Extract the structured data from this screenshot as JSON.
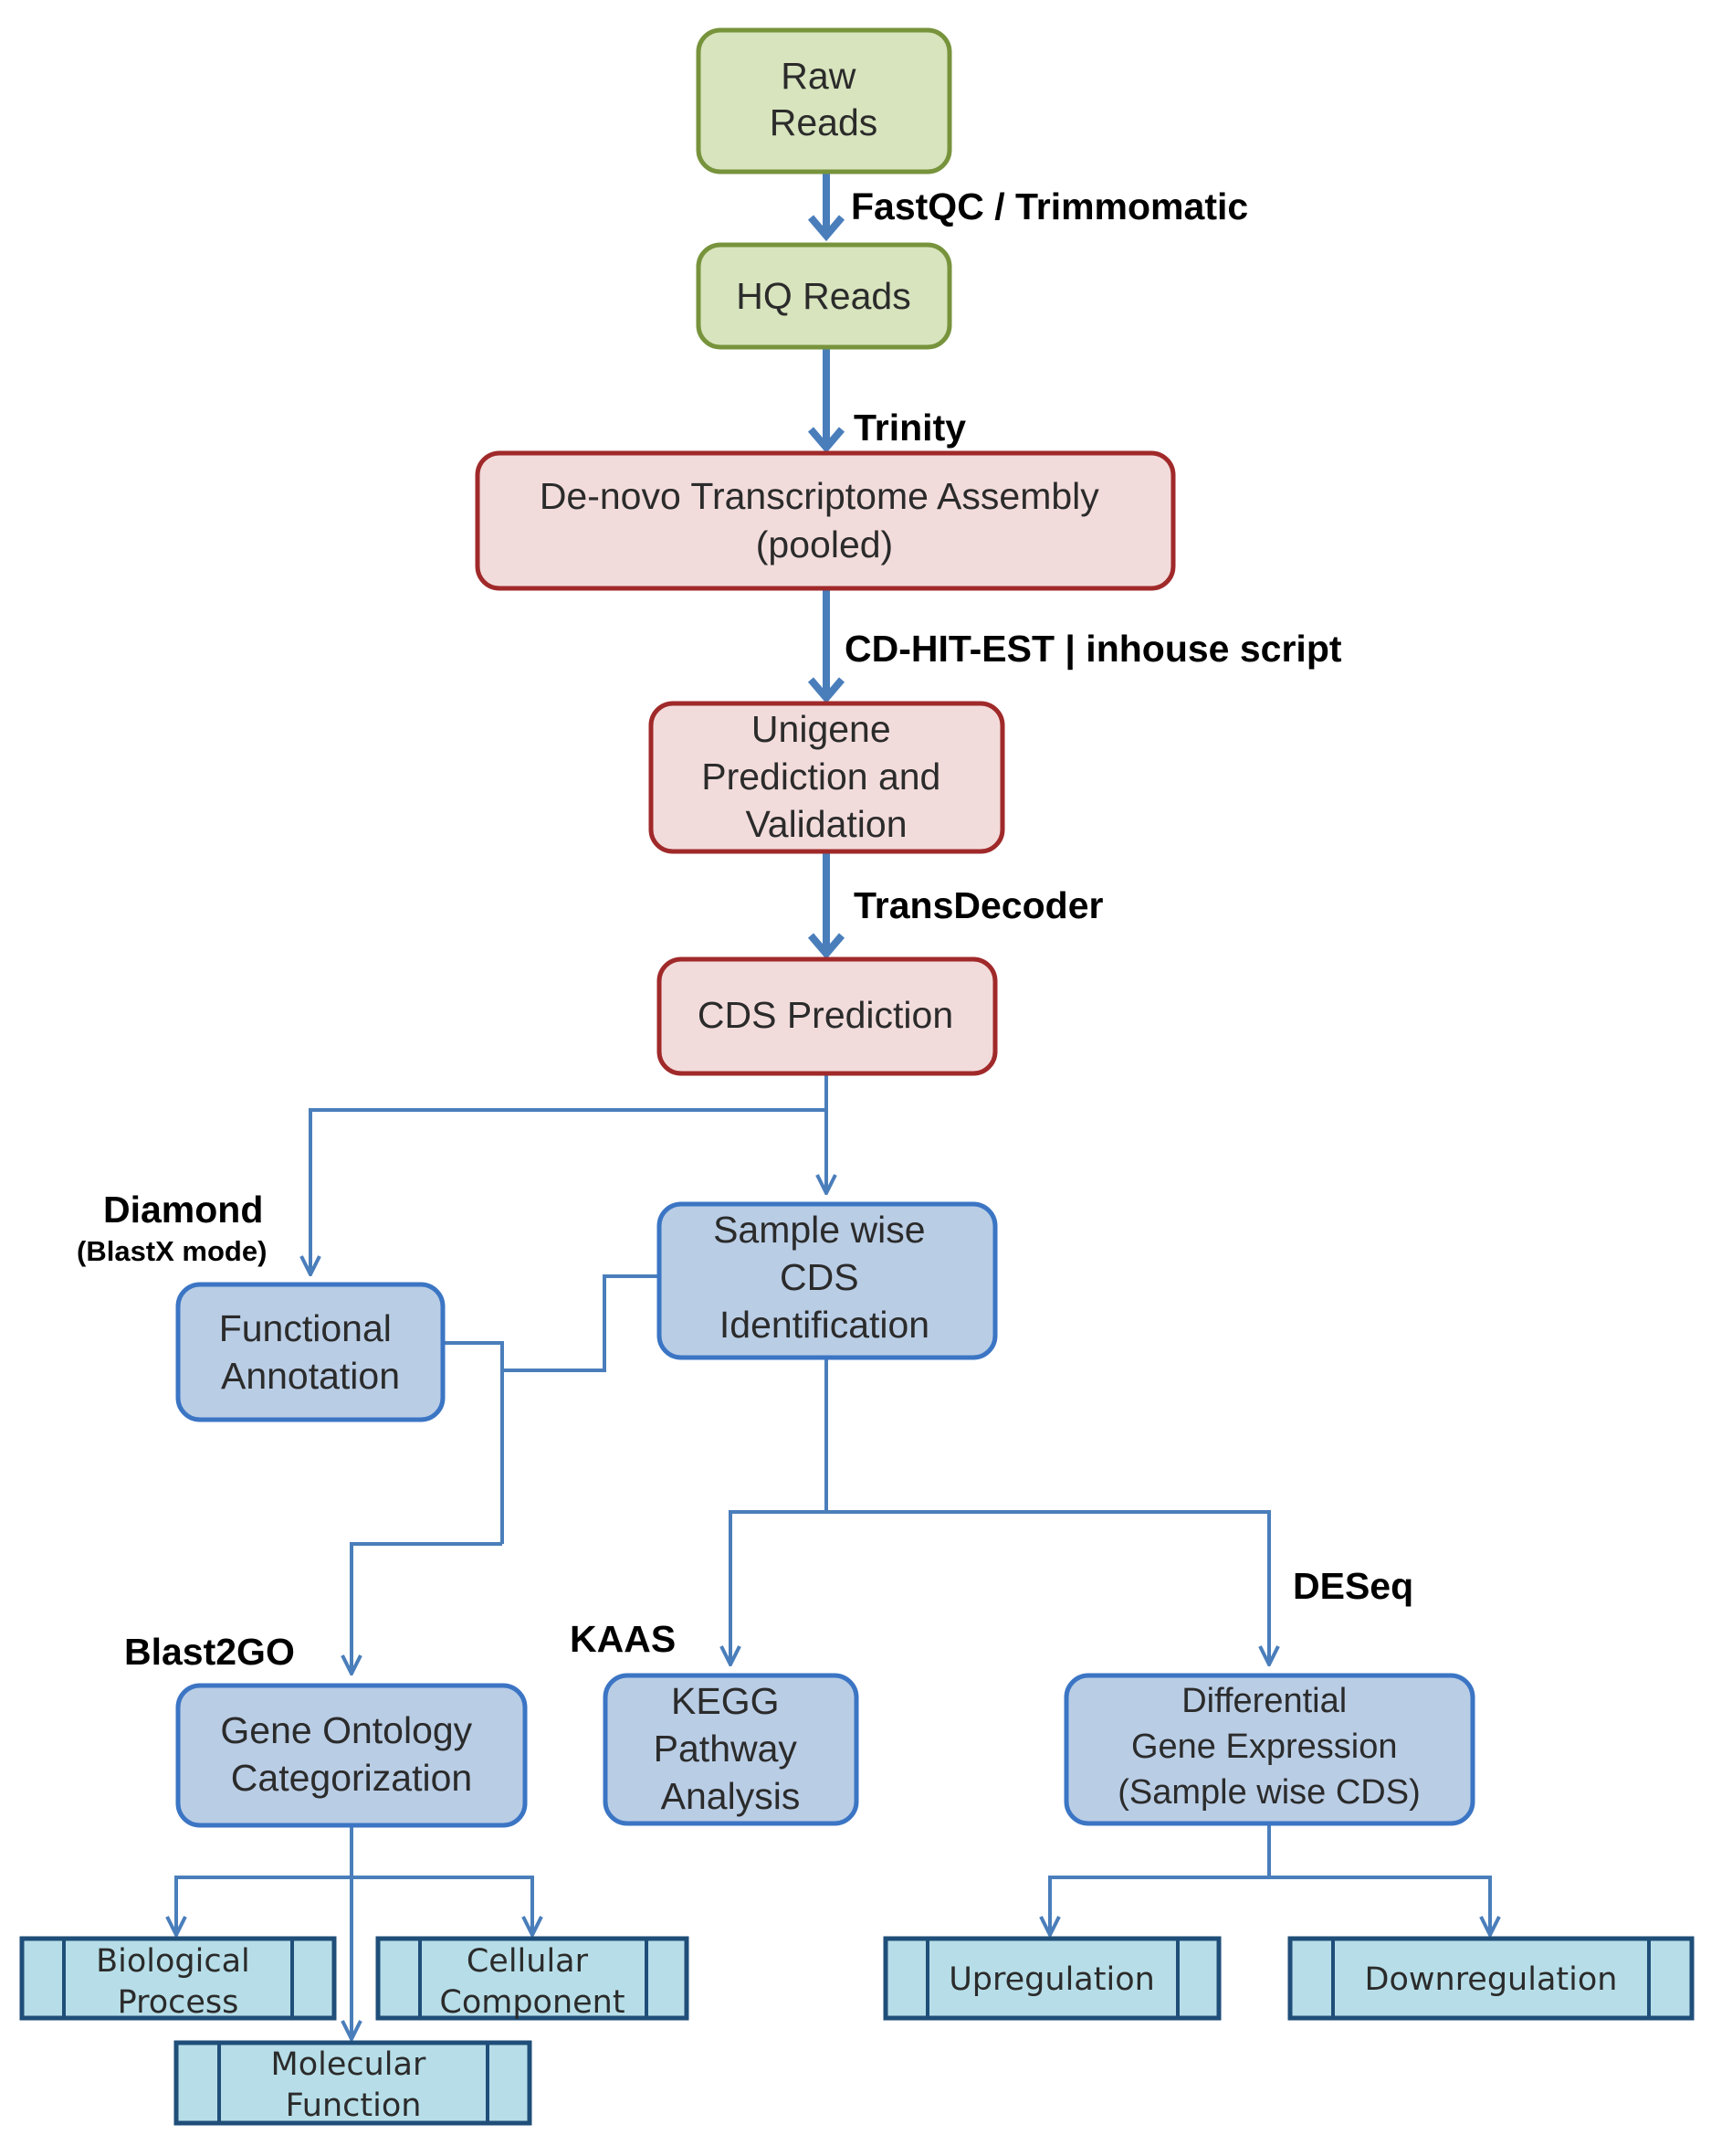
{
  "nodes": {
    "raw_reads": {
      "lines": [
        "Raw",
        "Reads"
      ]
    },
    "hq_reads": {
      "lines": [
        "HQ Reads"
      ]
    },
    "assembly": {
      "lines": [
        "De-novo Transcriptome Assembly",
        "(pooled)"
      ]
    },
    "unigene": {
      "lines": [
        "Unigene",
        "Prediction and",
        "Validation"
      ]
    },
    "cds_prediction": {
      "lines": [
        "CDS Prediction"
      ]
    },
    "sample_cds": {
      "lines": [
        "Sample wise",
        "CDS",
        "Identification"
      ]
    },
    "functional_annotation": {
      "lines": [
        "Functional",
        "Annotation"
      ]
    },
    "gene_ontology": {
      "lines": [
        "Gene Ontology",
        "Categorization"
      ]
    },
    "kegg": {
      "lines": [
        "KEGG",
        "Pathway",
        "Analysis"
      ]
    },
    "diff_expression": {
      "lines": [
        "Differential",
        "Gene Expression",
        "(Sample wise CDS)"
      ]
    },
    "biological_process": {
      "lines": [
        "Biological",
        "Process"
      ]
    },
    "cellular_component": {
      "lines": [
        "Cellular",
        "Component"
      ]
    },
    "molecular_function": {
      "lines": [
        "Molecular",
        "Function"
      ]
    },
    "upregulation": {
      "lines": [
        "Upregulation"
      ]
    },
    "downregulation": {
      "lines": [
        "Downregulation"
      ]
    }
  },
  "edge_labels": {
    "fastqc": "FastQC / Trimmomatic",
    "trinity": "Trinity",
    "cdhit": "CD-HIT-EST | inhouse script",
    "transdecoder": "TransDecoder",
    "diamond": "Diamond",
    "diamond_mode": "(BlastX mode)",
    "blast2go": "Blast2GO",
    "kaas": "KAAS",
    "deseq": "DESeq"
  },
  "colors": {
    "green_fill": "#d7e4bd",
    "green_stroke": "#77933c",
    "red_fill": "#f2dcdb",
    "red_stroke": "#a0292a",
    "blue_fill": "#b9cde5",
    "blue_stroke": "#3b75c4",
    "teal_fill": "#b7dee8",
    "teal_stroke": "#1f4e79",
    "connector": "#4a7ebb"
  }
}
